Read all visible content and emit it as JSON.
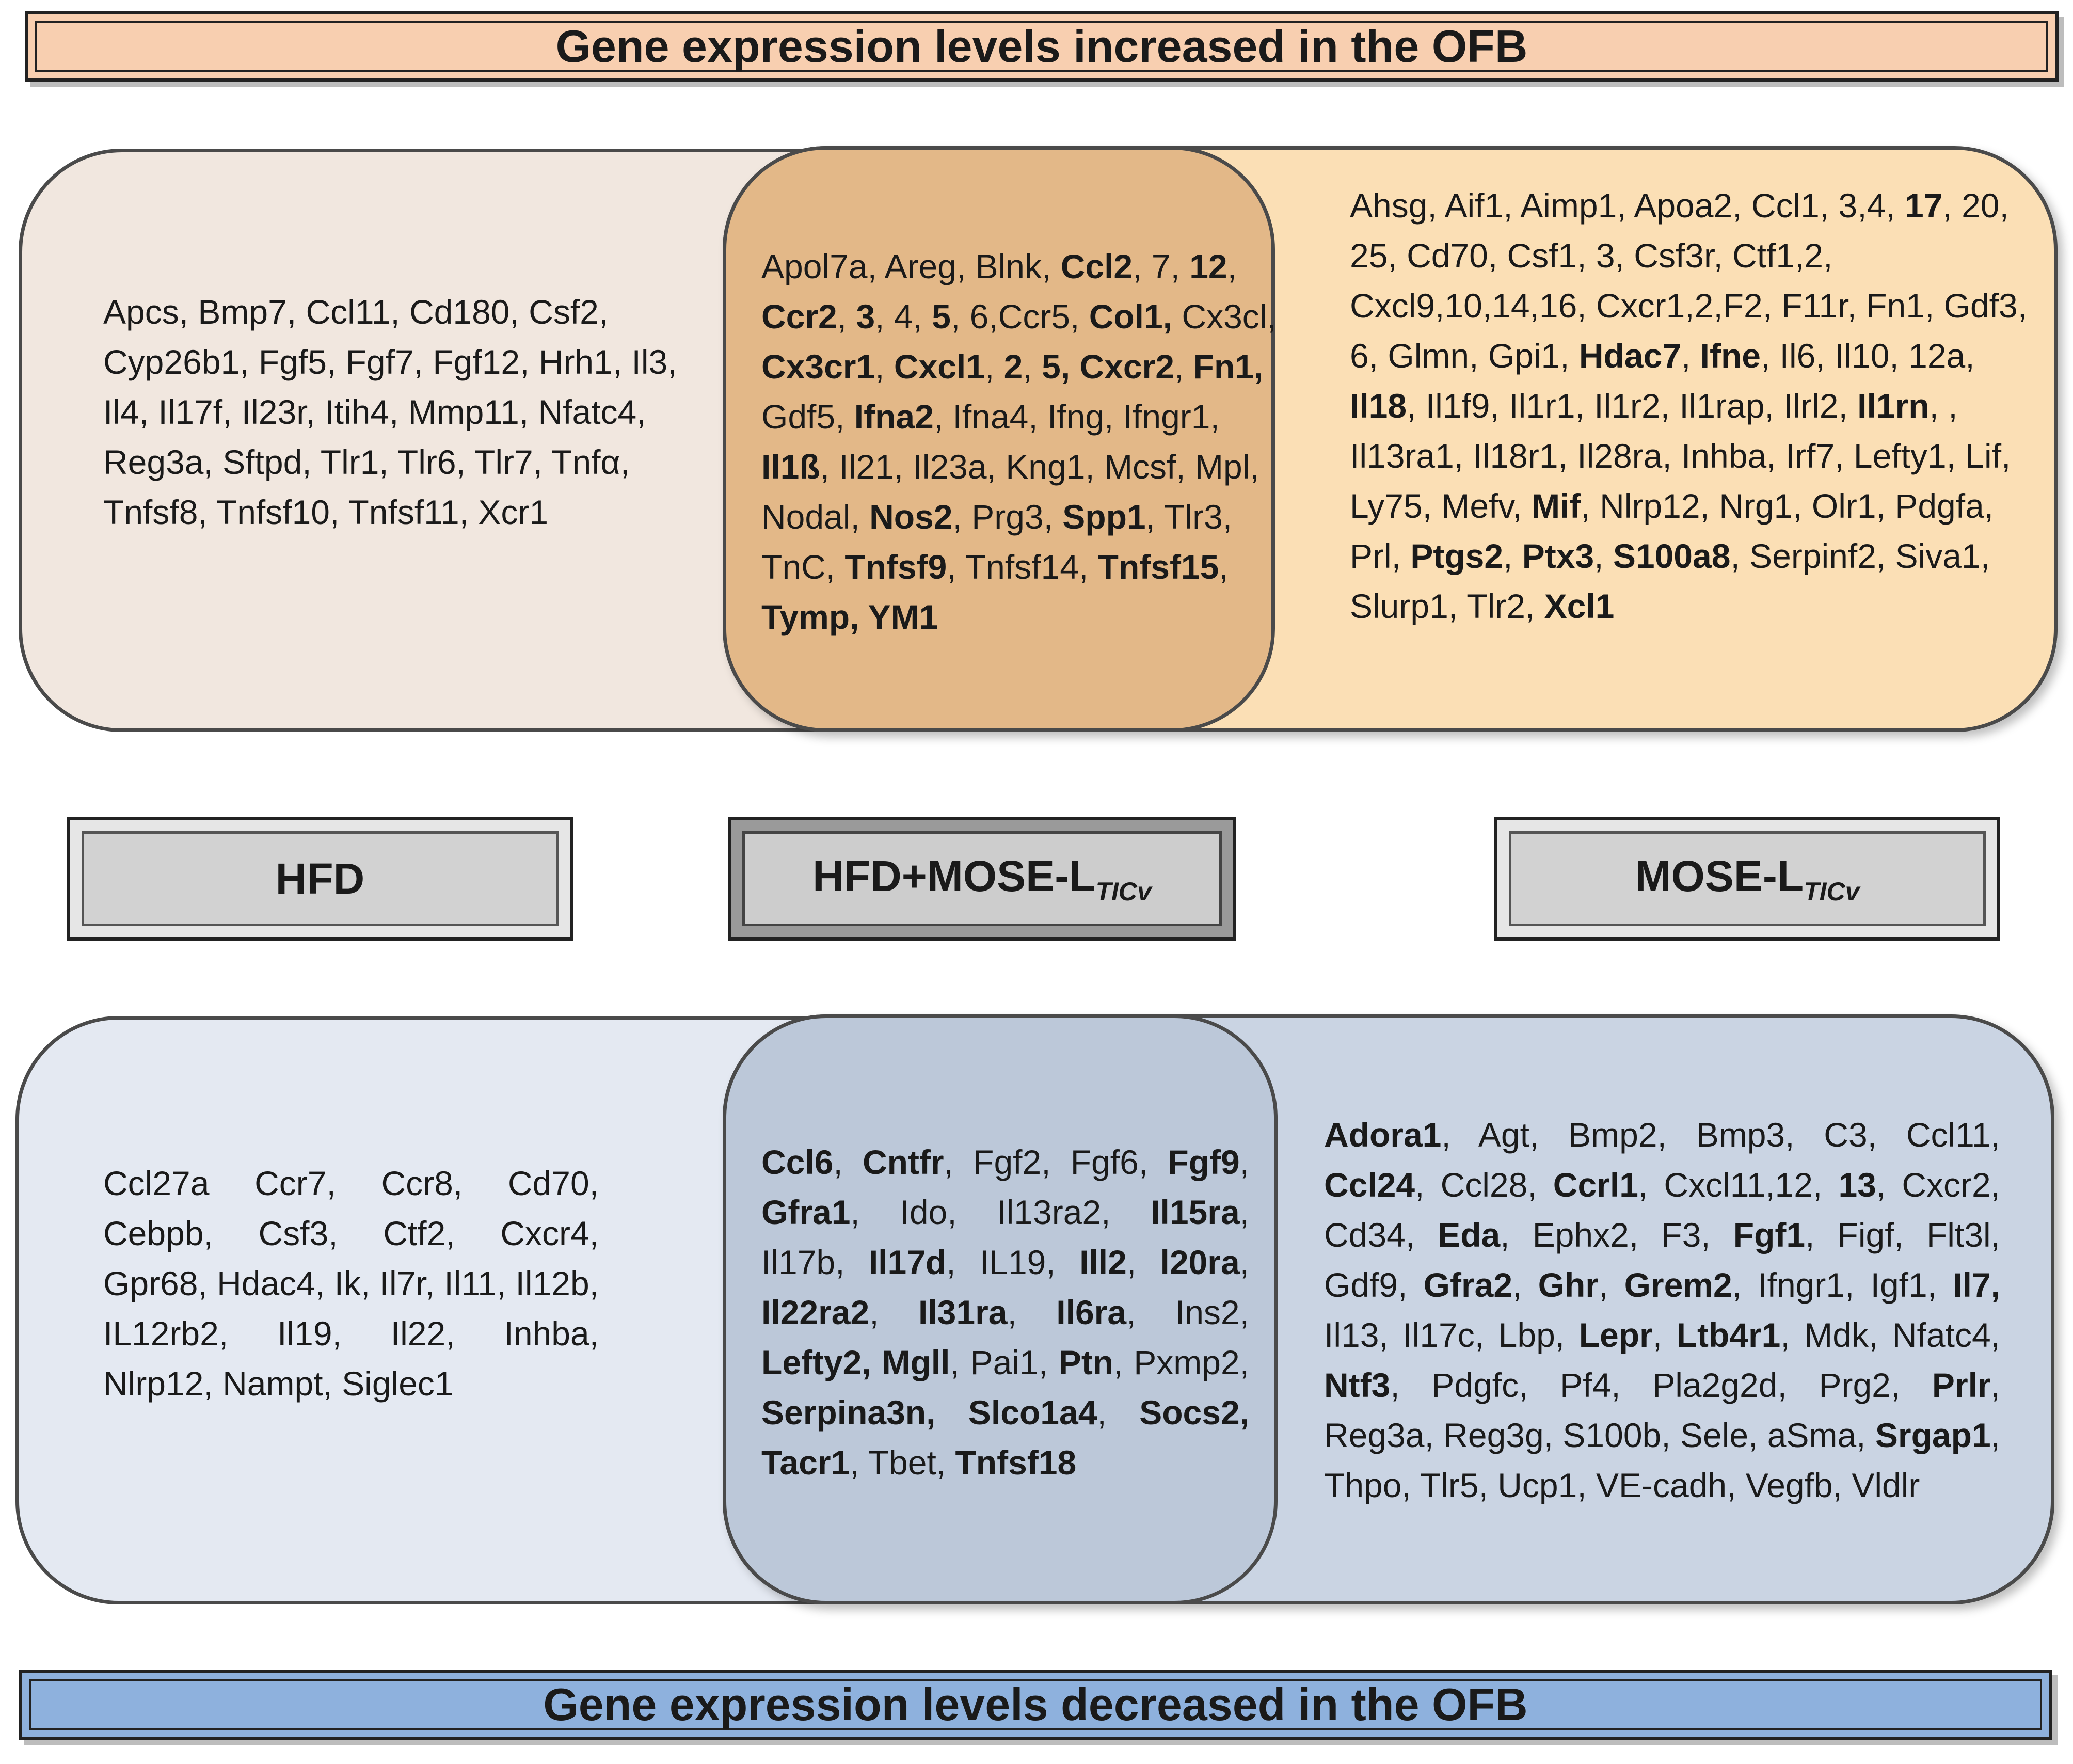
{
  "titles": {
    "increased": "Gene expression levels increased in the OFB",
    "decreased": "Gene expression levels decreased in the OFB"
  },
  "groups": {
    "hfd": "HFD",
    "combo_main": "HFD+MOSE-L",
    "combo_sub": "TICv",
    "mose_main": "MOSE-L",
    "mose_sub": "TICv"
  },
  "increased": {
    "hfd": [
      {
        "t": "Apcs, Bmp7, Ccl11, Cd180, Csf2, Cyp26b1, Fgf5, Fgf7, Fgf12, Hrh1, Il3, Il4, Il17f, Il23r, Itih4, Mmp11, Nfatc4, Reg3a, Sftpd, Tlr1, Tlr6, Tlr7, Tnfα, Tnfsf8, Tnfsf10, Tnfsf11, Xcr1",
        "b": false
      }
    ],
    "combo": [
      {
        "t": "Apol7a, Areg, Blnk, ",
        "b": false
      },
      {
        "t": "Ccl2",
        "b": true
      },
      {
        "t": ", 7, ",
        "b": false
      },
      {
        "t": "12",
        "b": true
      },
      {
        "t": ", ",
        "b": false
      },
      {
        "t": "Ccr2",
        "b": true
      },
      {
        "t": ", ",
        "b": false
      },
      {
        "t": "3",
        "b": true
      },
      {
        "t": ", 4, ",
        "b": false
      },
      {
        "t": "5",
        "b": true
      },
      {
        "t": ", 6,Ccr5, ",
        "b": false
      },
      {
        "t": "Col1,",
        "b": true
      },
      {
        "t": " Cx3cl, ",
        "b": false
      },
      {
        "t": "Cx3cr1",
        "b": true
      },
      {
        "t": ", ",
        "b": false
      },
      {
        "t": "Cxcl1",
        "b": true
      },
      {
        "t": ", ",
        "b": false
      },
      {
        "t": "2",
        "b": true
      },
      {
        "t": ", ",
        "b": false
      },
      {
        "t": "5,",
        "b": true
      },
      {
        "t": " ",
        "b": false
      },
      {
        "t": "Cxcr2",
        "b": true
      },
      {
        "t": ", ",
        "b": false
      },
      {
        "t": "Fn1,",
        "b": true
      },
      {
        "t": " Gdf5, ",
        "b": false
      },
      {
        "t": "Ifna2",
        "b": true
      },
      {
        "t": ", Ifna4, Ifng, Ifngr1, ",
        "b": false
      },
      {
        "t": "Il1ß",
        "b": true
      },
      {
        "t": ", Il21, Il23a, Kng1, Mcsf, Mpl, Nodal, ",
        "b": false
      },
      {
        "t": "Nos2",
        "b": true
      },
      {
        "t": ", Prg3, ",
        "b": false
      },
      {
        "t": "Spp1",
        "b": true
      },
      {
        "t": ", Tlr3, TnC, ",
        "b": false
      },
      {
        "t": "Tnfsf9",
        "b": true
      },
      {
        "t": ", Tnfsf14, ",
        "b": false
      },
      {
        "t": "Tnfsf15",
        "b": true
      },
      {
        "t": ", ",
        "b": false
      },
      {
        "t": "Tymp, YM1",
        "b": true
      }
    ],
    "mose": [
      {
        "t": "Ahsg, Aif1, Aimp1, Apoa2, Ccl1, 3,4, ",
        "b": false
      },
      {
        "t": "17",
        "b": true
      },
      {
        "t": ", 20, 25, Cd70, Csf1, 3, Csf3r, Ctf1,2, Cxcl9,10,14,16, Cxcr1,2,F2, F11r, Fn1, Gdf3, 6, Glmn, Gpi1, ",
        "b": false
      },
      {
        "t": "Hdac7",
        "b": true
      },
      {
        "t": ", ",
        "b": false
      },
      {
        "t": "Ifne",
        "b": true
      },
      {
        "t": ", Il6, Il10, 12a, ",
        "b": false
      },
      {
        "t": "Il18",
        "b": true
      },
      {
        "t": ", Il1f9, Il1r1, Il1r2, Il1rap, Ilrl2, ",
        "b": false
      },
      {
        "t": "Il1rn",
        "b": true
      },
      {
        "t": ", , Il13ra1, Il18r1, Il28ra, Inhba, Irf7, Lefty1, Lif, Ly75, Mefv, ",
        "b": false
      },
      {
        "t": "Mif",
        "b": true
      },
      {
        "t": ", Nlrp12, Nrg1, Olr1, Pdgfa, Prl, ",
        "b": false
      },
      {
        "t": "Ptgs2",
        "b": true
      },
      {
        "t": ", ",
        "b": false
      },
      {
        "t": "Ptx3",
        "b": true
      },
      {
        "t": ", ",
        "b": false
      },
      {
        "t": "S100a8",
        "b": true
      },
      {
        "t": ", Serpinf2, Siva1, Slurp1, Tlr2, ",
        "b": false
      },
      {
        "t": "Xcl1",
        "b": true
      }
    ]
  },
  "decreased": {
    "hfd": [
      {
        "t": "Ccl27a Ccr7, Ccr8, Cd70, Cebpb, Csf3, Ctf2, Cxcr4, Gpr68, Hdac4, Ik, Il7r, Il11, Il12b, IL12rb2, Il19, Il22, Inhba, Nlrp12, Nampt, Siglec1",
        "b": false
      }
    ],
    "combo": [
      {
        "t": "Ccl6",
        "b": true
      },
      {
        "t": ", ",
        "b": false
      },
      {
        "t": "Cntfr",
        "b": true
      },
      {
        "t": ", Fgf2, Fgf6, ",
        "b": false
      },
      {
        "t": "Fgf9",
        "b": true
      },
      {
        "t": ", ",
        "b": false
      },
      {
        "t": "Gfra1",
        "b": true
      },
      {
        "t": ", Ido, Il13ra2, ",
        "b": false
      },
      {
        "t": "Il15ra",
        "b": true
      },
      {
        "t": ", Il17b, ",
        "b": false
      },
      {
        "t": "Il17d",
        "b": true
      },
      {
        "t": ", IL19, ",
        "b": false
      },
      {
        "t": "Ill2",
        "b": true
      },
      {
        "t": ", ",
        "b": false
      },
      {
        "t": "l20ra",
        "b": true
      },
      {
        "t": ", ",
        "b": false
      },
      {
        "t": "Il22ra2",
        "b": true
      },
      {
        "t": ", ",
        "b": false
      },
      {
        "t": "Il31ra",
        "b": true
      },
      {
        "t": ", ",
        "b": false
      },
      {
        "t": "Il6ra",
        "b": true
      },
      {
        "t": ", Ins2, ",
        "b": false
      },
      {
        "t": "Lefty2,",
        "b": true
      },
      {
        "t": " ",
        "b": false
      },
      {
        "t": "Mgll",
        "b": true
      },
      {
        "t": ", Pai1, ",
        "b": false
      },
      {
        "t": "Ptn",
        "b": true
      },
      {
        "t": ", Pxmp2, ",
        "b": false
      },
      {
        "t": "Serpina3n, Slco1a4",
        "b": true
      },
      {
        "t": ", ",
        "b": false
      },
      {
        "t": "Socs2, Tacr1",
        "b": true
      },
      {
        "t": ", Tbet, ",
        "b": false
      },
      {
        "t": "Tnfsf18",
        "b": true
      }
    ],
    "mose": [
      {
        "t": "Adora1",
        "b": true
      },
      {
        "t": ", Agt, Bmp2, Bmp3, C3, Ccl11, ",
        "b": false
      },
      {
        "t": "Ccl24",
        "b": true
      },
      {
        "t": ", Ccl28, ",
        "b": false
      },
      {
        "t": "Ccrl1",
        "b": true
      },
      {
        "t": ", Cxcl11,12, ",
        "b": false
      },
      {
        "t": "13",
        "b": true
      },
      {
        "t": ", Cxcr2, Cd34, ",
        "b": false
      },
      {
        "t": "Eda",
        "b": true
      },
      {
        "t": ", Ephx2, F3, ",
        "b": false
      },
      {
        "t": "Fgf1",
        "b": true
      },
      {
        "t": ", Figf, Flt3l, Gdf9, ",
        "b": false
      },
      {
        "t": "Gfra2",
        "b": true
      },
      {
        "t": ", ",
        "b": false
      },
      {
        "t": "Ghr",
        "b": true
      },
      {
        "t": ", ",
        "b": false
      },
      {
        "t": "Grem2",
        "b": true
      },
      {
        "t": ", Ifngr1, Igf1, ",
        "b": false
      },
      {
        "t": "Il7,",
        "b": true
      },
      {
        "t": " Il13, Il17c, Lbp, ",
        "b": false
      },
      {
        "t": "Lepr",
        "b": true
      },
      {
        "t": ", ",
        "b": false
      },
      {
        "t": "Ltb4r1",
        "b": true
      },
      {
        "t": ", Mdk, Nfatc4, ",
        "b": false
      },
      {
        "t": "Ntf3",
        "b": true
      },
      {
        "t": ", Pdgfc, Pf4, Pla2g2d, Prg2, ",
        "b": false
      },
      {
        "t": "Prlr",
        "b": true
      },
      {
        "t": ", Reg3a, Reg3g, S100b, Sele, aSma, ",
        "b": false
      },
      {
        "t": "Srgap1",
        "b": true
      },
      {
        "t": ", Thpo, Tlr5, Ucp1, VE-cadh, Vegfb, Vldlr",
        "b": false
      }
    ]
  },
  "colors": {
    "increased_banner": "#f8cfb0",
    "decreased_banner": "#8eb1dd",
    "up_hfd": "#f1e7df",
    "up_combo": "#e3b888",
    "up_mose": "#fbdfb5",
    "lo_hfd": "#e4e9f2",
    "lo_combo": "#bcc8d9",
    "lo_mose": "#cad4e3"
  }
}
